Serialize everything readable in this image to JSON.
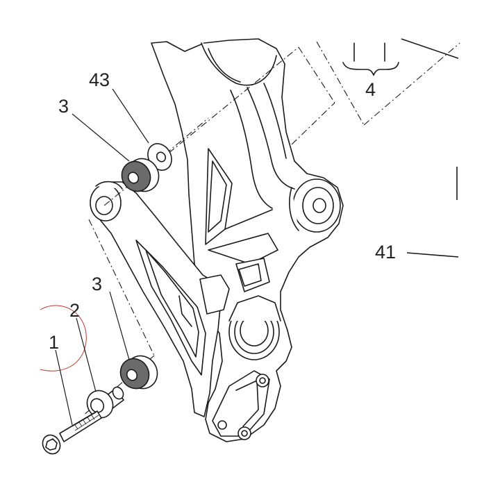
{
  "diagram": {
    "callouts": {
      "part_1": "1",
      "part_2": "2",
      "part_3_upper": "3",
      "part_3_lower": "3",
      "part_4": "4",
      "part_41": "41",
      "part_43": "43"
    },
    "colors": {
      "line": "#1a1a1a",
      "bushing_fill": "#6b6b6b",
      "marker_circle": "#c0392b",
      "background": "#ffffff"
    }
  }
}
